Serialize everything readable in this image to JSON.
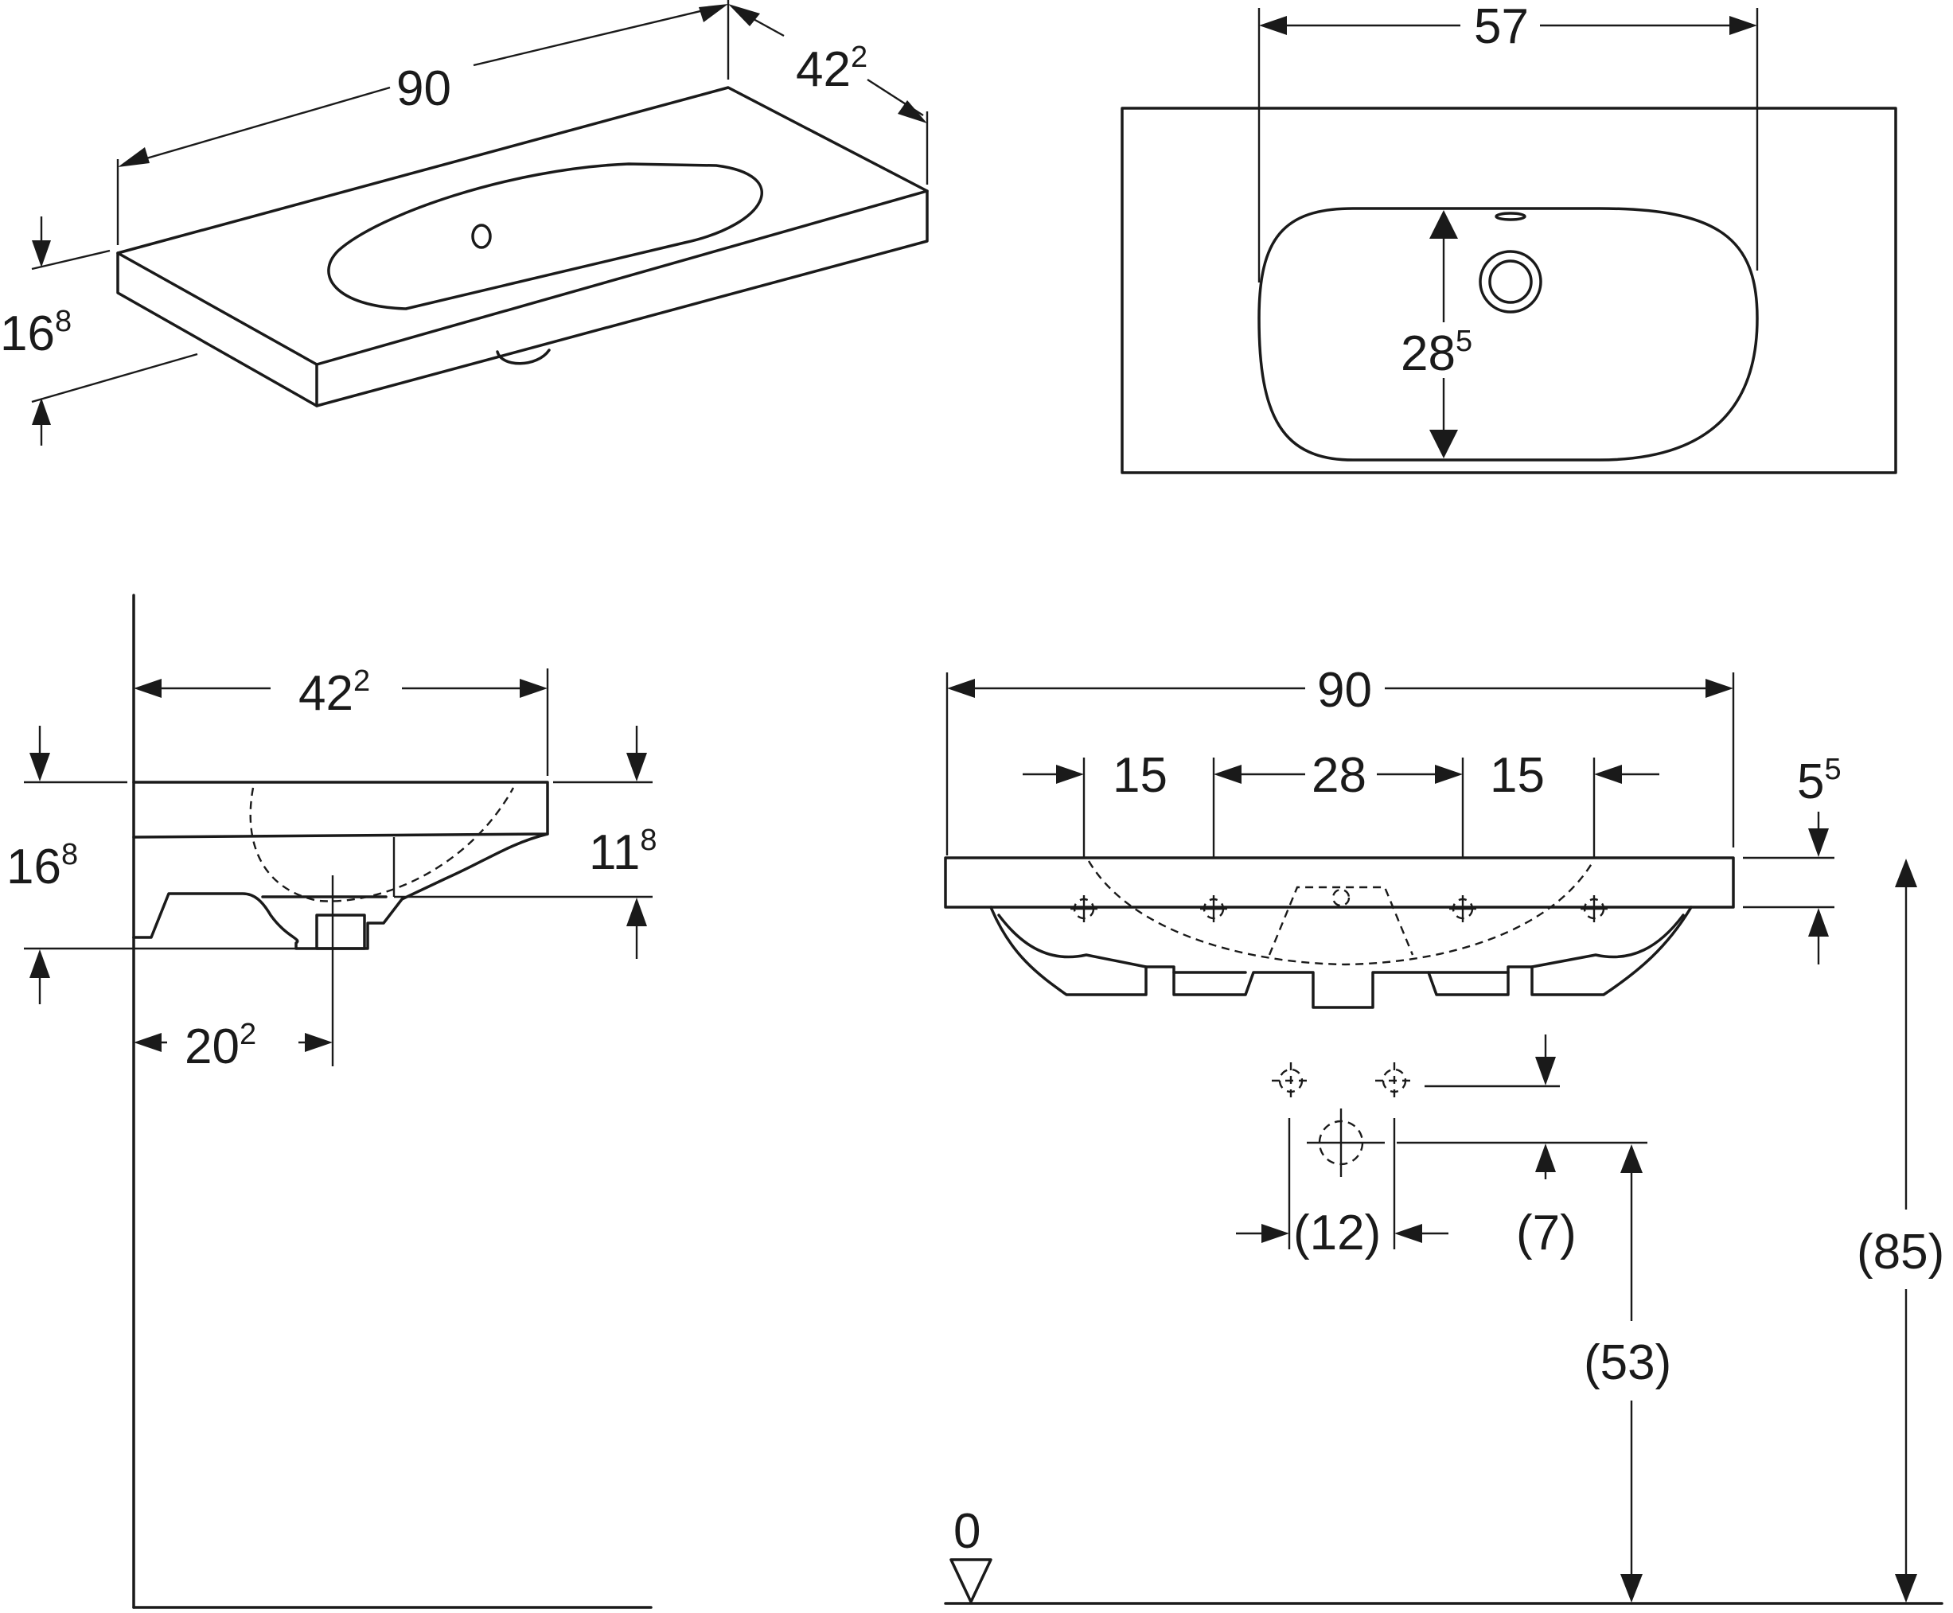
{
  "colors": {
    "ink": "#1a1a1a",
    "background": "#ffffff"
  },
  "iso": {
    "width": {
      "main": "90",
      "sup": ""
    },
    "depth": {
      "main": "42",
      "sup": "2"
    },
    "height": {
      "main": "16",
      "sup": "8"
    }
  },
  "top": {
    "basin_width": {
      "main": "57",
      "sup": ""
    },
    "basin_depth": {
      "main": "28",
      "sup": "5"
    }
  },
  "side": {
    "depth": {
      "main": "42",
      "sup": "2"
    },
    "height": {
      "main": "16",
      "sup": "8"
    },
    "rim_to_basin": {
      "main": "11",
      "sup": "8"
    },
    "drain_offset": {
      "main": "20",
      "sup": "2"
    }
  },
  "front": {
    "width": {
      "main": "90",
      "sup": ""
    },
    "hole_spacing_left": {
      "main": "15",
      "sup": ""
    },
    "hole_spacing_mid": {
      "main": "28",
      "sup": ""
    },
    "hole_spacing_right": {
      "main": "15",
      "sup": ""
    },
    "rim_thickness": {
      "main": "5",
      "sup": "5"
    },
    "waste_spacing": "(12)",
    "waste_offset": "(7)",
    "waste_height": "(53)",
    "rim_height": "(85)",
    "floor_level": "0"
  }
}
